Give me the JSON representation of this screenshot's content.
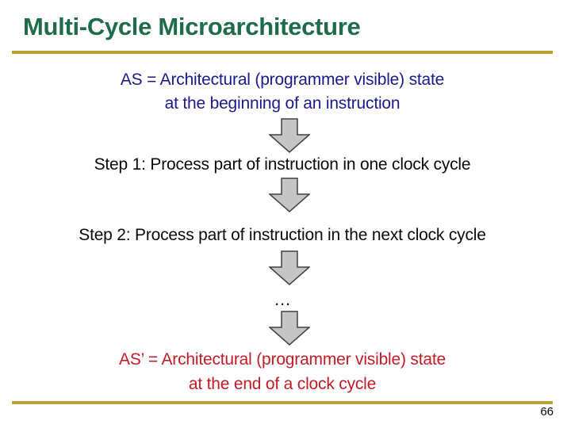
{
  "slide": {
    "title": "Multi-Cycle Microarchitecture",
    "as_state": {
      "line1": "AS = Architectural (programmer visible) state",
      "line2": "at the beginning of an instruction"
    },
    "step1": "Step 1: Process part of instruction in one clock cycle",
    "step2": "Step 2: Process part of instruction in the next clock cycle",
    "ellipsis": "…",
    "as_prime_state": {
      "line1": "AS’ = Architectural (programmer visible) state",
      "line2": "at the end of a clock cycle"
    },
    "page_number": "66",
    "colors": {
      "background": "#FFFFFF",
      "title_green": "#1E6C49",
      "rule_gold": "#B9A22F",
      "state_blue": "#1A1A8C",
      "result_red": "#C21B26",
      "body_text": "#0A0A0A",
      "arrow_fill": "#C5C5C5",
      "arrow_outline": "#404040"
    }
  }
}
